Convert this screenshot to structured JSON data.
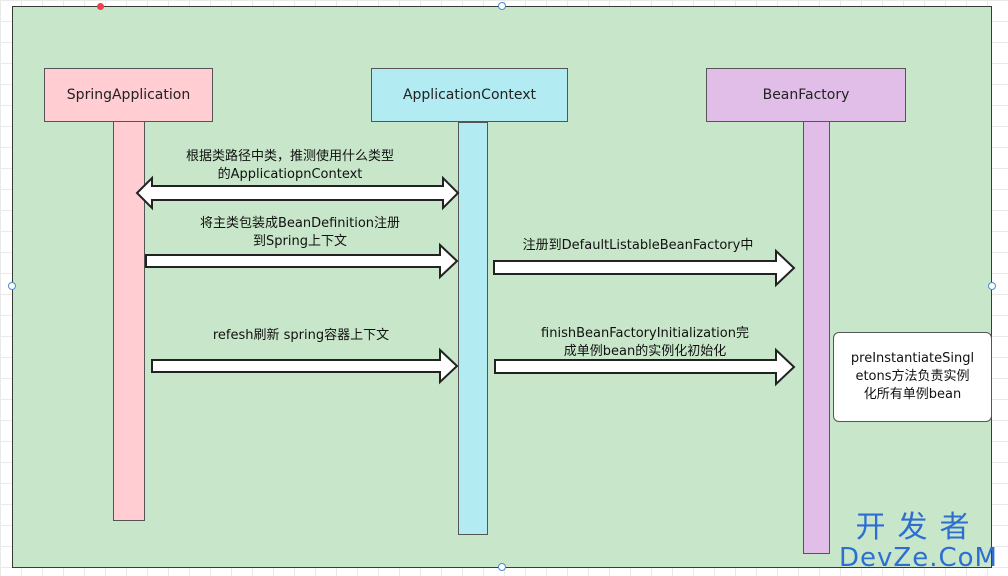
{
  "colors": {
    "canvas": "#c8e6c9",
    "spring_application": "#ffcdd2",
    "application_context": "#b2ebf2",
    "bean_factory": "#e1bee7",
    "arrow_fill": "#ffffff",
    "arrow_stroke": "#222222",
    "watermark": "#2d6fd0"
  },
  "participants": {
    "spring_application": "SpringApplication",
    "application_context": "ApplicationContext",
    "bean_factory": "BeanFactory"
  },
  "messages": {
    "deduce_type_line1": "根据类路径中类，推测使用什么类型",
    "deduce_type_line2": "的ApplicatiopnContext",
    "register_main_line1": "将主类包装成BeanDefinition注册",
    "register_main_line2": "到Spring上下文",
    "register_to_factory": "注册到DefaultListableBeanFactory中",
    "refresh": "refesh刷新 spring容器上下文",
    "finish_init_line1": "finishBeanFactoryInitialization完",
    "finish_init_line2": "成单例bean的实例化初始化"
  },
  "note": {
    "line1": "preInstantiateSingl",
    "line2": "etons方法负责实例",
    "line3": "化所有单例bean"
  },
  "watermark": {
    "line1": "开发者",
    "line2": "DevZe.CoM"
  }
}
